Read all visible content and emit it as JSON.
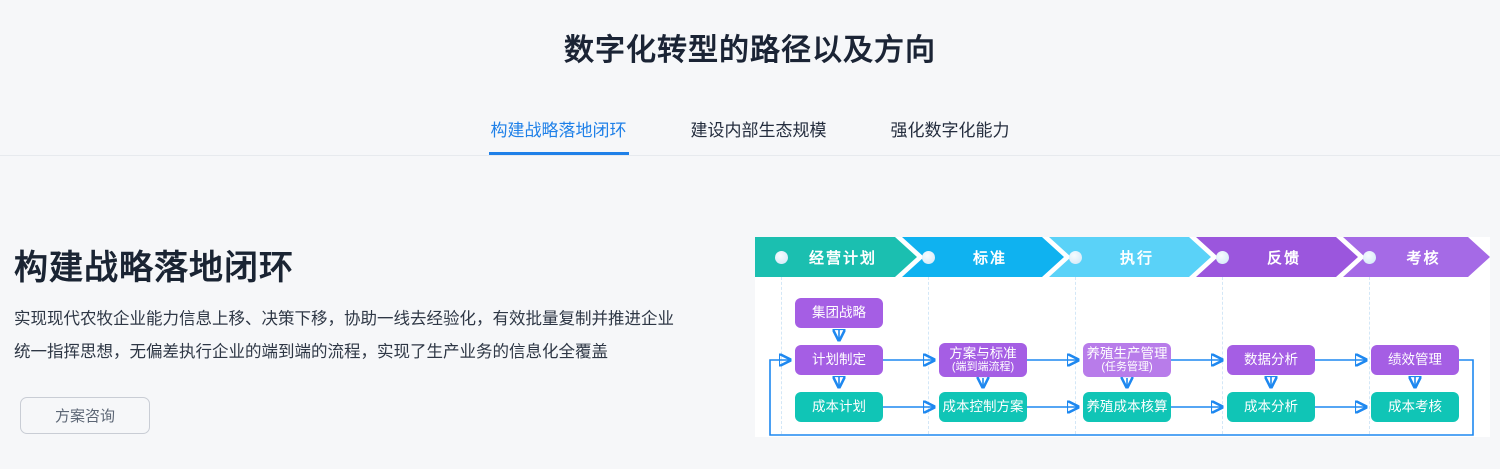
{
  "page": {
    "title": "数字化转型的路径以及方向"
  },
  "tabs": [
    {
      "label": "构建战略落地闭环",
      "active": true
    },
    {
      "label": "建设内部生态规模",
      "active": false
    },
    {
      "label": "强化数字化能力",
      "active": false
    }
  ],
  "section": {
    "heading": "构建战略落地闭环",
    "description_line1": "实现现代农牧企业能力信息上移、决策下移，协助一线去经验化，有效批量复制并推进企业",
    "description_line2": "统一指挥思想，无偏差执行企业的端到端的流程，实现了生产业务的信息化全覆盖",
    "cta_label": "方案咨询"
  },
  "diagram": {
    "stages": [
      {
        "label": "经营计划",
        "color": "#1bbfb0"
      },
      {
        "label": "标准",
        "color": "#0fb2f0"
      },
      {
        "label": "执行",
        "color": "#5ad2f8"
      },
      {
        "label": "反馈",
        "color": "#9b56dd"
      },
      {
        "label": "考核",
        "color": "#a56ae6"
      }
    ],
    "boxes": [
      {
        "label": "集团战略",
        "sublabel": "",
        "color": "#a55ee4"
      },
      {
        "label": "计划制定",
        "sublabel": "",
        "color": "#a55ee4"
      },
      {
        "label": "成本计划",
        "sublabel": "",
        "color": "#10c5b6"
      },
      {
        "label": "方案与标准",
        "sublabel": "(端到端流程)",
        "color": "#a55ee4"
      },
      {
        "label": "成本控制方案",
        "sublabel": "",
        "color": "#10c5b6"
      },
      {
        "label": "养殖生产管理",
        "sublabel": "(任务管理)",
        "color": "#b87cea"
      },
      {
        "label": "养殖成本核算",
        "sublabel": "",
        "color": "#10c5b6"
      },
      {
        "label": "数据分析",
        "sublabel": "",
        "color": "#a55ee4"
      },
      {
        "label": "成本分析",
        "sublabel": "",
        "color": "#10c5b6"
      },
      {
        "label": "绩效管理",
        "sublabel": "",
        "color": "#a55ee4"
      },
      {
        "label": "成本考核",
        "sublabel": "",
        "color": "#10c5b6"
      }
    ],
    "colors": {
      "arrow": "#1e88f0",
      "guide_dashed": "#d3e7f7",
      "panel_bg": "#ffffff",
      "page_bg": "#f6f7f9",
      "tab_active": "#1f80e8",
      "title_text": "#1b2435"
    }
  }
}
